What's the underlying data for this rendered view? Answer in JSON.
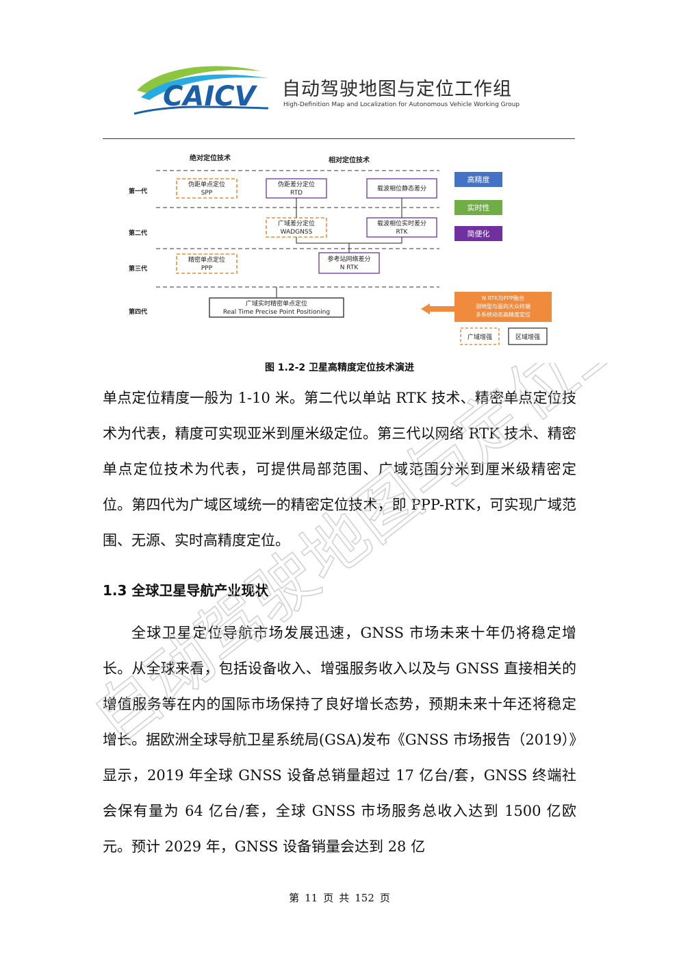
{
  "header": {
    "logo_text": "CAICV",
    "org_name_cn": "自动驾驶地图与定位工作组",
    "org_name_en": "High-Definition Map and Localization for Autonomous Vehicle Working Group"
  },
  "figure": {
    "col_absolute": "绝对定位技术",
    "col_relative": "相对定位技术",
    "gen1": "第一代",
    "gen2": "第二代",
    "gen3": "第三代",
    "gen4": "第四代",
    "spp_1": "伪距单点定位",
    "spp_2": "SPP",
    "rtd_1": "伪距差分定位",
    "rtd_2": "RTD",
    "carrier_static": "载波相位静态差分",
    "wad_1": "广域差分定位",
    "wad_2": "WADGNSS",
    "rtk_1": "载波相位实时差分",
    "rtk_2": "RTK",
    "ppp_1": "精密单点定位",
    "ppp_2": "PPP",
    "nrtk_1": "参考站网络差分",
    "nrtk_2": "N RTK",
    "rtppp_1": "广域实时精密单点定位",
    "rtppp_2": "Real Time Precise Point Positioning",
    "legend_high": "高精度",
    "legend_rt": "实时性",
    "legend_easy": "简便化",
    "fusion_1": "N RTK与PPP融合",
    "fusion_2": "测地型与面向大众终端",
    "fusion_3": "多系统动态高精度定位",
    "wide_area": "广域增强",
    "region_area": "区域增强",
    "colors": {
      "orange": "#f08a3c",
      "purple": "#7030a0",
      "blue": "#4472c4",
      "green": "#70ad47"
    }
  },
  "caption": "图 1.2-2  卫星高精度定位技术演进",
  "para1": "单点定位精度一般为 1-10 米。第二代以单站 RTK 技术、精密单点定位技术为代表，精度可实现亚米到厘米级定位。第三代以网络 RTK 技术、精密单点定位技术为代表，可提供局部范围、广域范围分米到厘米级精密定位。第四代为广域区域统一的精密定位技术，即 PPP-RTK，可实现广域范围、无源、实时高精度定位。",
  "section_title": "1.3  全球卫星导航产业现状",
  "para2": "全球卫星定位导航市场发展迅速，GNSS 市场未来十年仍将稳定增长。从全球来看，包括设备收入、增强服务收入以及与 GNSS 直接相关的增值服务等在内的国际市场保持了良好增长态势，预期未来十年还将稳定增长。据欧洲全球导航卫星系统局(GSA)发布《GNSS 市场报告（2019）》显示，2019 年全球 GNSS 设备总销量超过 17 亿台/套，GNSS 终端社会保有量为 64 亿台/套，全球 GNSS 市场服务总收入达到 1500 亿欧元。预计 2029 年，GNSS 设备销量会达到 28 亿",
  "footer": {
    "di": "第",
    "page": "11",
    "ye": "页",
    "gong": "共",
    "total": "152",
    "ye2": "页"
  },
  "watermark": "自动驾驶地图与定位工作组"
}
